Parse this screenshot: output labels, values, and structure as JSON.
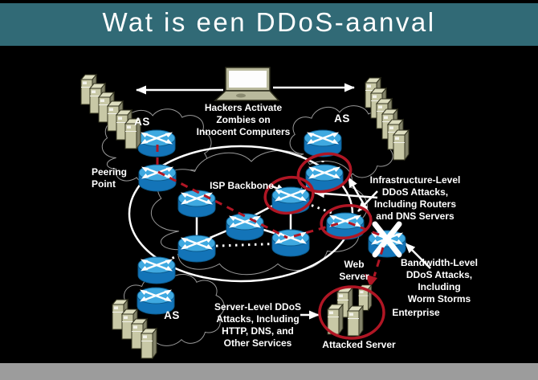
{
  "header": {
    "title": "Wat is een DDoS-aanval"
  },
  "labels": {
    "as_top_left": "AS",
    "as_top_right": "AS",
    "as_bottom_left": "AS",
    "hackers_note": "Hackers Activate\nZombies on\nInnocent Computers",
    "peering_point": "Peering\nPoint",
    "isp_backbone": "ISP Backbone",
    "infrastructure_note": "Infrastructure-Level\nDDoS Attacks,\nIncluding Routers\nand DNS Servers",
    "web_server": "Web\nServer",
    "bandwidth_note": "Bandwidth-Level\nDDoS Attacks,\nIncluding\nWorm Storms",
    "enterprise": "Enterprise",
    "server_level_note": "Server-Level DDoS\nAttacks, Including\nHTTP, DNS, and\nOther Services",
    "attacked_server": "Attacked Server"
  },
  "colors": {
    "header_teal": "#316a76",
    "background": "#000000",
    "attack_red": "#b01624",
    "router_blue_top": "#3fa9e0",
    "router_blue_body": "#1374b8",
    "cloud_gray": "#989898",
    "server_beige": "#c8c8a6",
    "line_white": "#ffffff",
    "footer_gray": "#9c9c9c"
  },
  "icons": {
    "router": "router-icon",
    "blocked_router": "blocked-router-icon",
    "server_tower": "server-tower-icon",
    "laptop": "hacker-laptop-icon",
    "cloud": "as-cloud-icon"
  }
}
